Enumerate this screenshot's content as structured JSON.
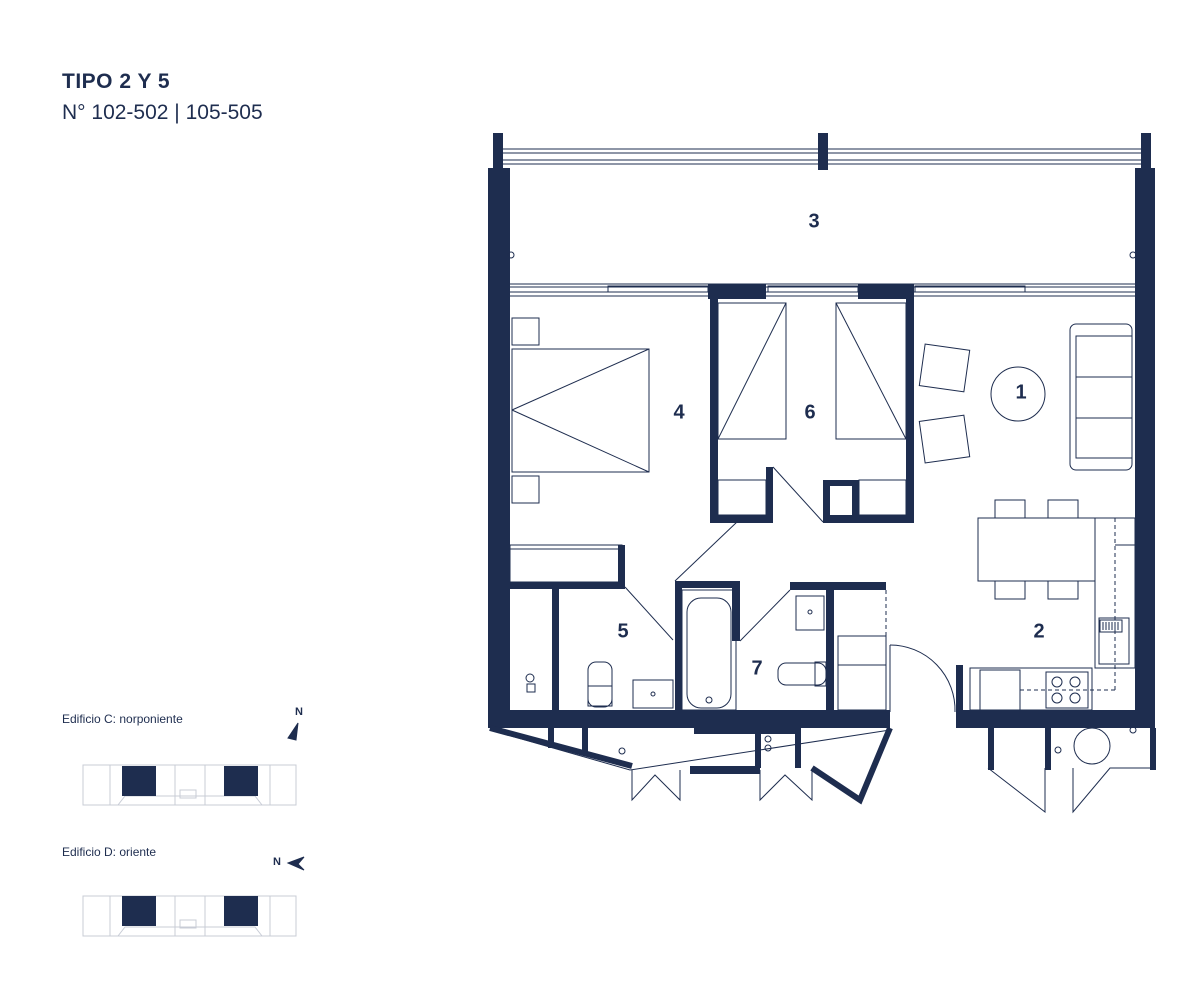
{
  "header": {
    "title": "TIPO 2 Y 5",
    "subtitle": "N° 102-502 | 105-505"
  },
  "buildings": [
    {
      "label": "Edificio C: norponiente",
      "north": "N"
    },
    {
      "label": "Edificio D: oriente",
      "north": "N"
    }
  ],
  "rooms": [
    "1",
    "2",
    "3",
    "4",
    "5",
    "6",
    "7"
  ],
  "colors": {
    "line": "#1e2d4f",
    "fill": "#1e2d4f"
  }
}
